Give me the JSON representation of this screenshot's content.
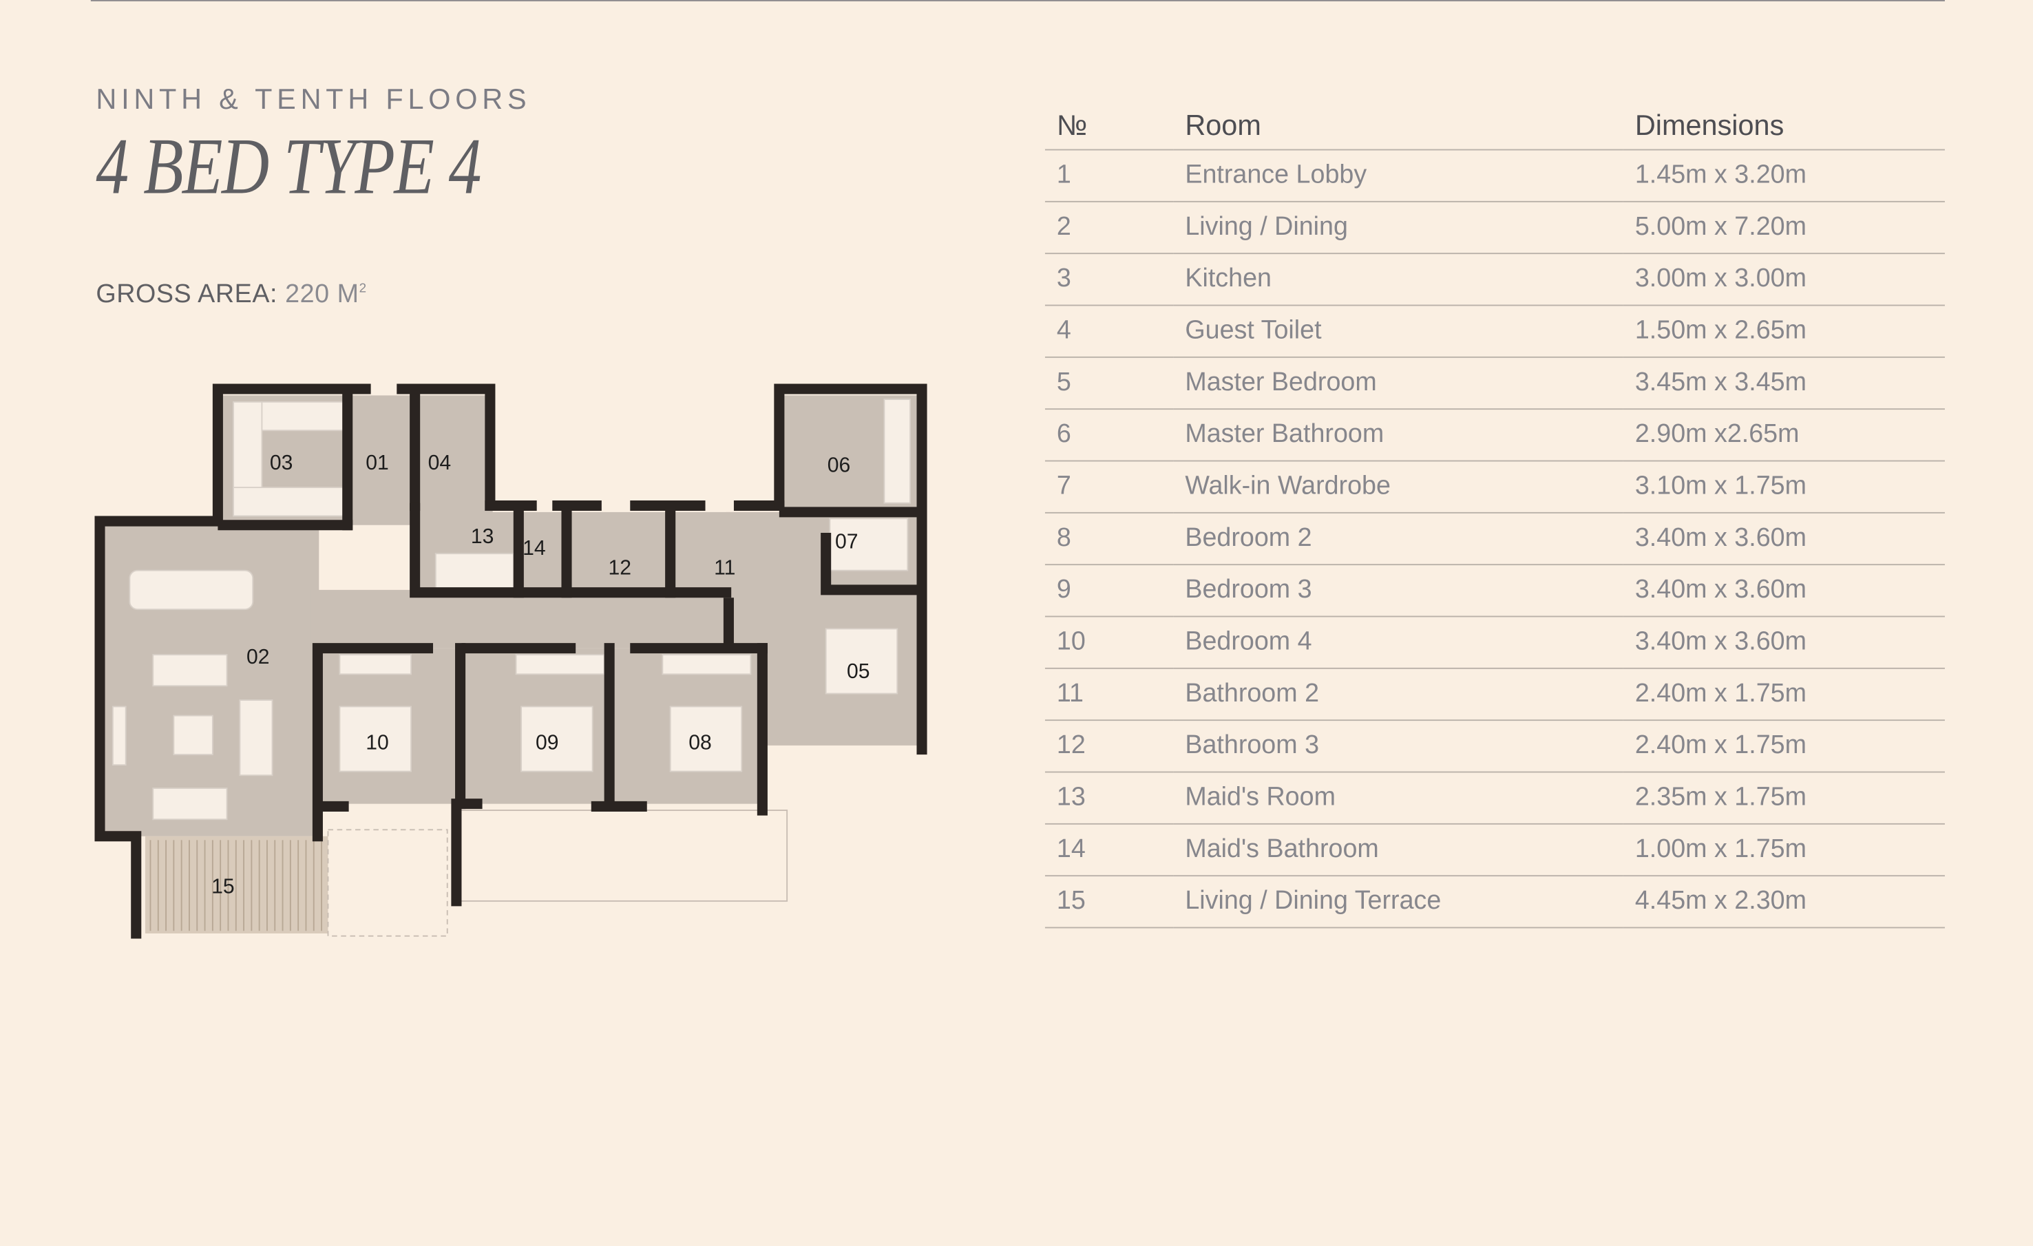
{
  "header": {
    "subtitle": "NINTH & TENTH FLOORS",
    "title": "4 BED TYPE 4",
    "gross_area_label": "GROSS AREA:",
    "gross_area_value": "220 M",
    "gross_area_unit_sup": "2"
  },
  "table": {
    "headers": {
      "no": "№",
      "room": "Room",
      "dimensions": "Dimensions"
    },
    "rows": [
      {
        "no": "1",
        "room": "Entrance Lobby",
        "dim": "1.45m x 3.20m"
      },
      {
        "no": "2",
        "room": "Living / Dining",
        "dim": "5.00m x 7.20m"
      },
      {
        "no": "3",
        "room": "Kitchen",
        "dim": "3.00m x 3.00m"
      },
      {
        "no": "4",
        "room": "Guest Toilet",
        "dim": "1.50m x 2.65m"
      },
      {
        "no": "5",
        "room": "Master Bedroom",
        "dim": "3.45m x 3.45m"
      },
      {
        "no": "6",
        "room": "Master Bathroom",
        "dim": "2.90m x2.65m"
      },
      {
        "no": "7",
        "room": "Walk-in Wardrobe",
        "dim": "3.10m x 1.75m"
      },
      {
        "no": "8",
        "room": "Bedroom 2",
        "dim": "3.40m x 3.60m"
      },
      {
        "no": "9",
        "room": "Bedroom 3",
        "dim": "3.40m x 3.60m"
      },
      {
        "no": "10",
        "room": "Bedroom 4",
        "dim": "3.40m x 3.60m"
      },
      {
        "no": "11",
        "room": "Bathroom 2",
        "dim": "2.40m x 1.75m"
      },
      {
        "no": "12",
        "room": "Bathroom 3",
        "dim": "2.40m x 1.75m"
      },
      {
        "no": "13",
        "room": "Maid's Room",
        "dim": "2.35m x 1.75m"
      },
      {
        "no": "14",
        "room": "Maid's Bathroom",
        "dim": "1.00m x 1.75m"
      },
      {
        "no": "15",
        "room": "Living / Dining Terrace",
        "dim": "4.45m x 2.30m"
      }
    ]
  },
  "plan_labels": [
    "01",
    "02",
    "03",
    "04",
    "05",
    "06",
    "07",
    "08",
    "09",
    "10",
    "11",
    "12",
    "13",
    "14",
    "15"
  ],
  "colors": {
    "background": "#faefe2",
    "wall": "#2a2421",
    "floor": "#c9bfb5",
    "furniture": "#f7efe6"
  }
}
